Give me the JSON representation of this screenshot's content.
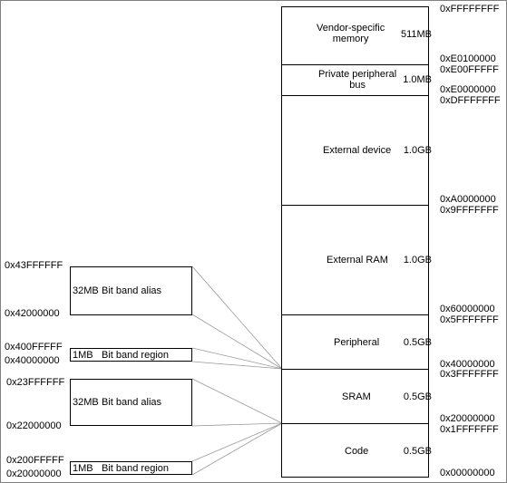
{
  "regions": [
    {
      "name": "Vendor-specific\nmemory",
      "size": "511MB"
    },
    {
      "name": "Private peripheral\nbus",
      "size": "1.0MB"
    },
    {
      "name": "External device",
      "size": "1.0GB"
    },
    {
      "name": "External RAM",
      "size": "1.0GB"
    },
    {
      "name": "Peripheral",
      "size": "0.5GB"
    },
    {
      "name": "SRAM",
      "size": "0.5GB"
    },
    {
      "name": "Code",
      "size": "0.5GB"
    }
  ],
  "addresses": [
    "0xFFFFFFFF",
    "0xE0100000",
    "0xE00FFFFF",
    "0xE0000000",
    "0xDFFFFFFF",
    "0xA0000000",
    "0x9FFFFFFF",
    "0x60000000",
    "0x5FFFFFFF",
    "0x40000000",
    "0x3FFFFFFF",
    "0x20000000",
    "0x1FFFFFFF",
    "0x00000000"
  ],
  "bitband": [
    {
      "size": "32MB",
      "label": "Bit band alias",
      "top_addr": "0x43FFFFFF",
      "bottom_addr": "0x42000000"
    },
    {
      "size": "1MB",
      "label": "Bit band region",
      "top_addr": "0x400FFFFF",
      "bottom_addr": "0x40000000"
    },
    {
      "size": "32MB",
      "label": "Bit band alias",
      "top_addr": "0x23FFFFFF",
      "bottom_addr": "0x22000000"
    },
    {
      "size": "1MB",
      "label": "Bit band region",
      "top_addr": "0x200FFFFF",
      "bottom_addr": "0x20000000"
    }
  ]
}
